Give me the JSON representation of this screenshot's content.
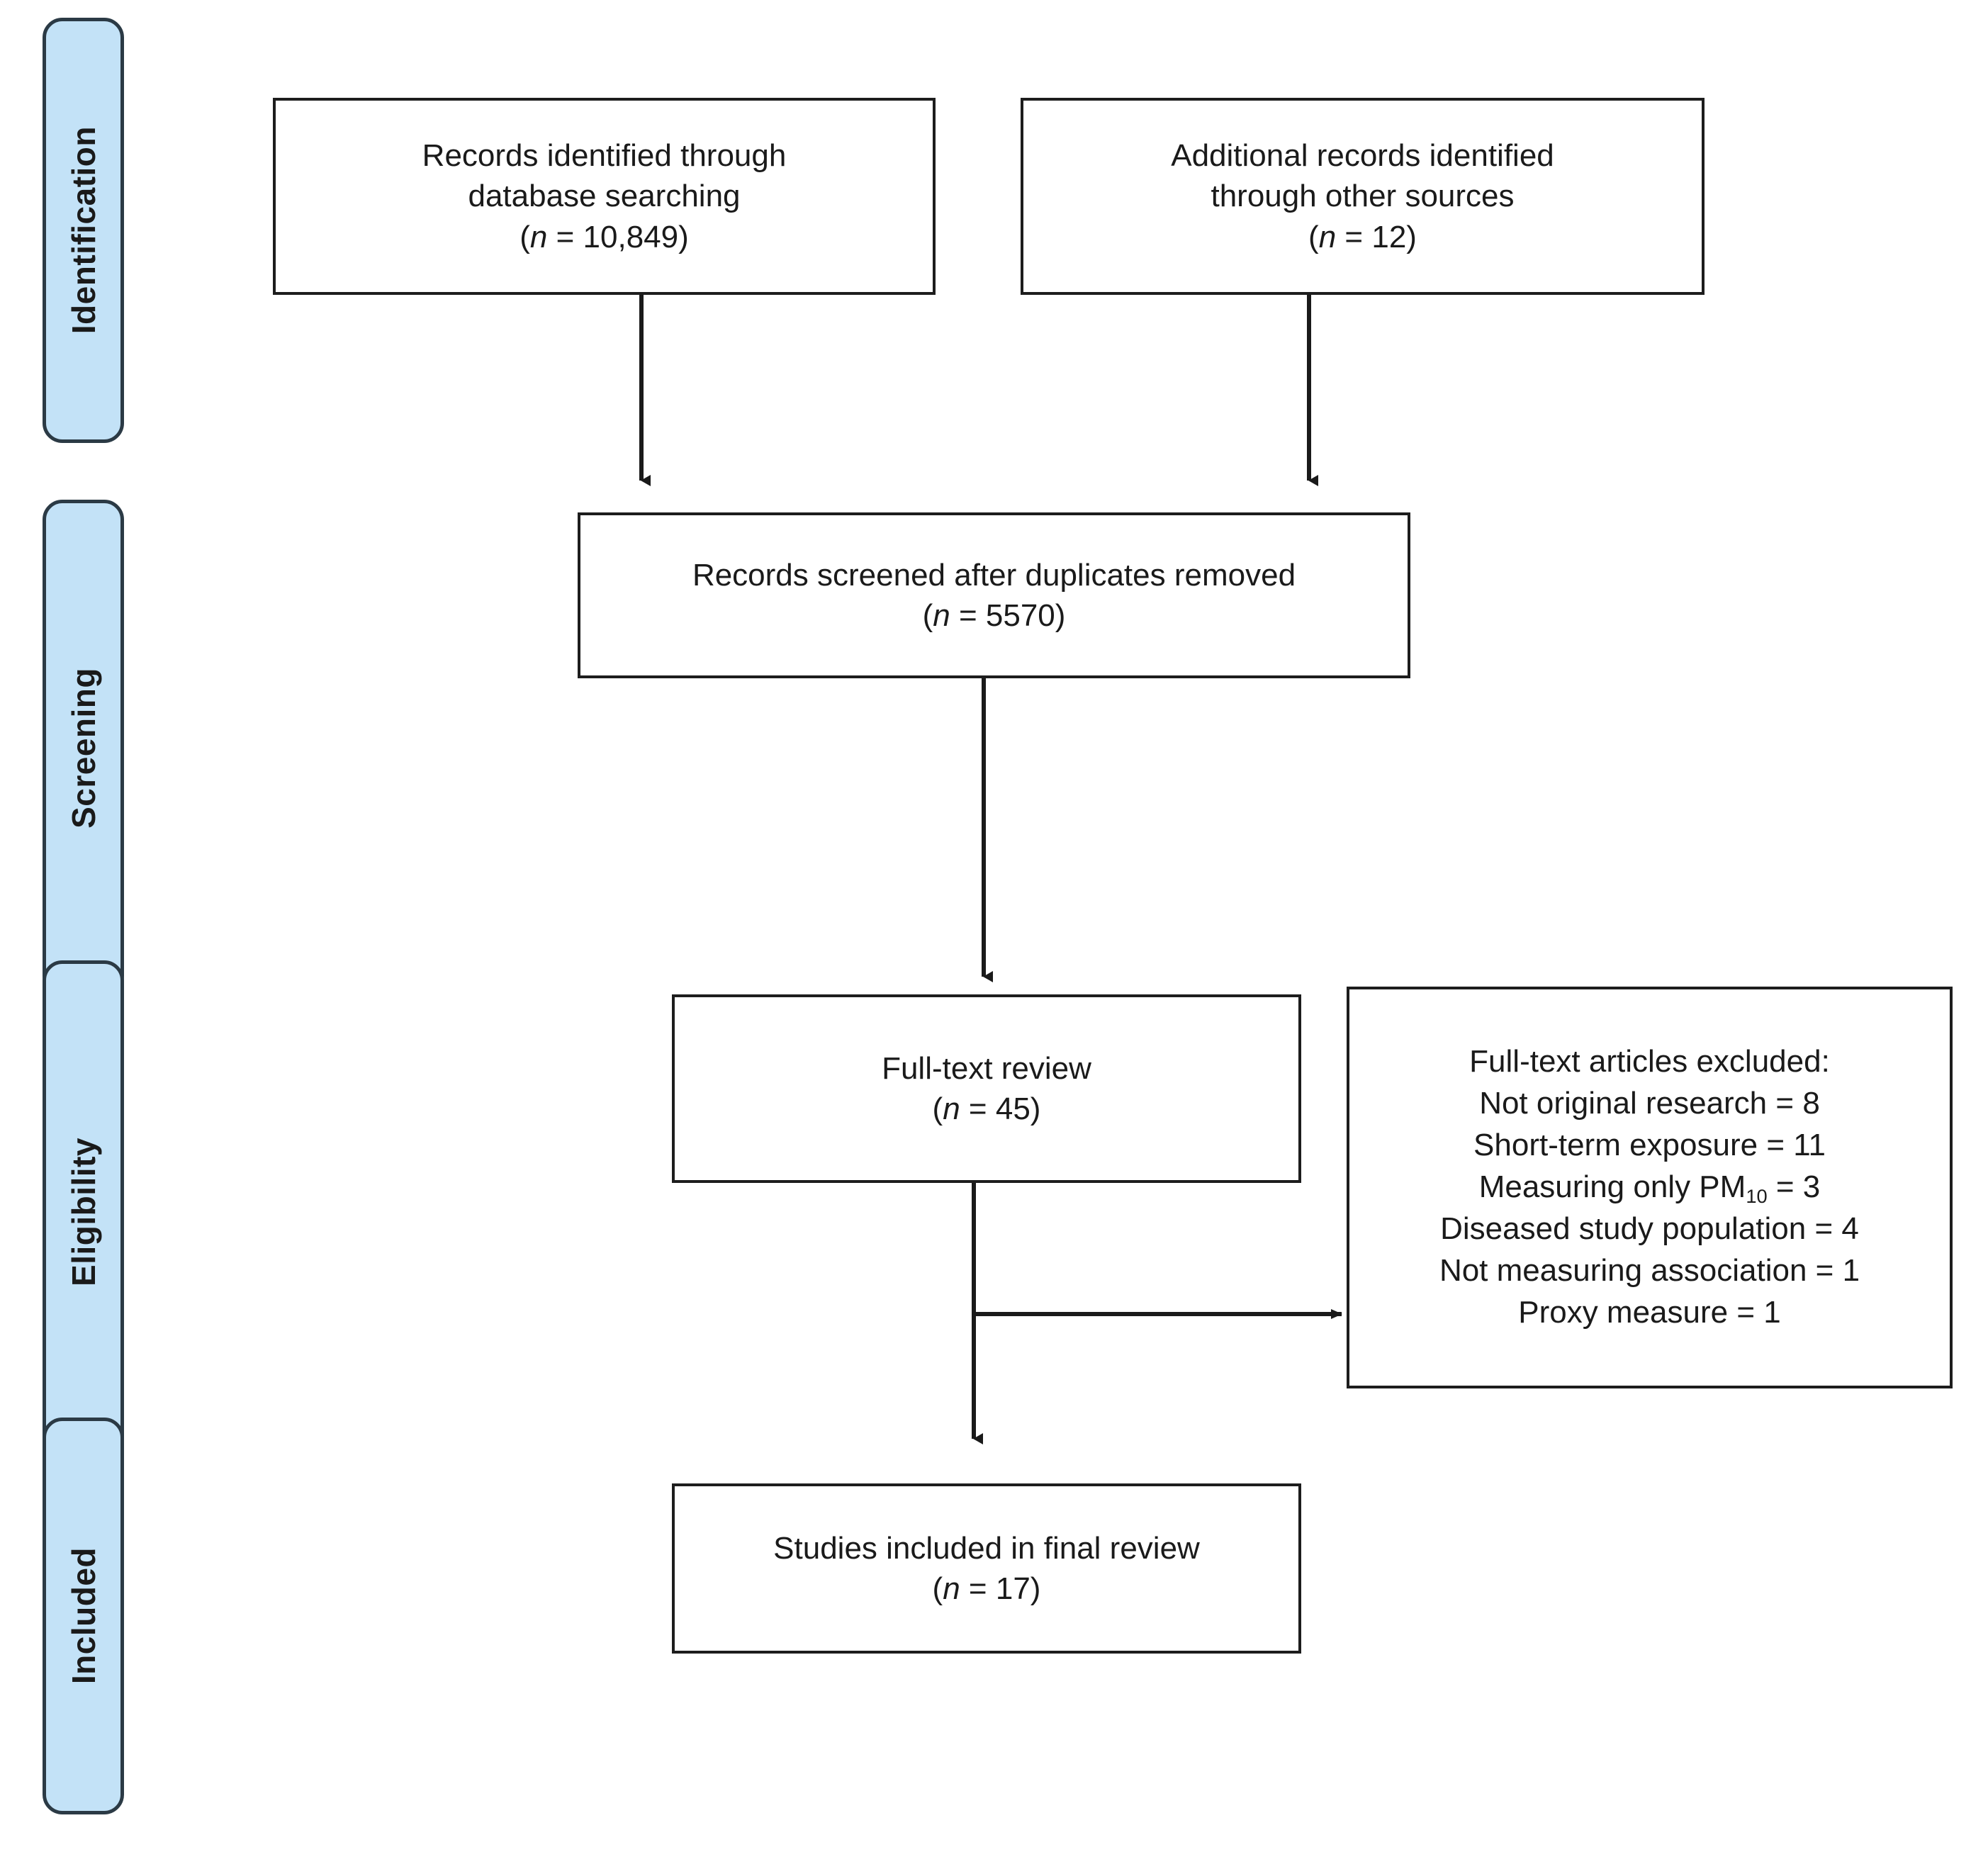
{
  "diagram": {
    "title": "PRISMA study selection flow diagram",
    "colors": {
      "stage_fill": "#c3e2f7",
      "stage_border": "#2b3a45",
      "box_border": "#1d1d1d",
      "background": "#ffffff",
      "connector": "#1a1a1a"
    }
  },
  "stages": [
    {
      "id": "identification",
      "label": "Identification"
    },
    {
      "id": "screening",
      "label": "Screening"
    },
    {
      "id": "eligibility",
      "label": "Eligibility"
    },
    {
      "id": "included",
      "label": "Included"
    }
  ],
  "boxes": {
    "database_records": {
      "line1": "Records identified through",
      "line2": "database searching",
      "n_prefix": "(",
      "n_symbol": "n",
      "n_equals": " = ",
      "n_value": "10,849",
      "n_suffix": ")"
    },
    "other_records": {
      "line1": "Additional records identified",
      "line2": "through other sources",
      "n_prefix": "(",
      "n_symbol": "n",
      "n_equals": " = ",
      "n_value": "12",
      "n_suffix": ")"
    },
    "screened": {
      "line1": "Records screened after duplicates removed",
      "n_prefix": "(",
      "n_symbol": "n",
      "n_equals": " = ",
      "n_value": "5570",
      "n_suffix": ")"
    },
    "fulltext": {
      "line1": "Full-text review",
      "n_prefix": "(",
      "n_symbol": "n",
      "n_equals": " = ",
      "n_value": "45",
      "n_suffix": ")"
    },
    "excluded": {
      "heading": "Full-text articles excluded:",
      "reasons": [
        {
          "label": "Not original research",
          "sep": " = ",
          "count": "8"
        },
        {
          "label": "Short-term exposure",
          "sep": " = ",
          "count": "11"
        },
        {
          "label_pre": "Measuring only PM",
          "subscript": "10",
          "sep": " = ",
          "count": "3"
        },
        {
          "label": "Diseased study population",
          "sep": " = ",
          "count": "4"
        },
        {
          "label": "Not measuring association",
          "sep": " = ",
          "count": "1"
        },
        {
          "label": "Proxy measure",
          "sep": " = ",
          "count": "1"
        }
      ]
    },
    "included": {
      "line1": "Studies included in final review",
      "n_prefix": "(",
      "n_symbol": "n",
      "n_equals": " = ",
      "n_value": "17",
      "n_suffix": ")"
    }
  },
  "connectors": [
    {
      "id": "database-to-screened",
      "from": "database_records",
      "to": "screened",
      "kind": "arrow-down"
    },
    {
      "id": "other-to-screened",
      "from": "other_records",
      "to": "screened",
      "kind": "arrow-down"
    },
    {
      "id": "screened-to-fulltext",
      "from": "screened",
      "to": "fulltext",
      "kind": "arrow-down"
    },
    {
      "id": "fulltext-to-excluded",
      "from": "fulltext",
      "to": "excluded",
      "kind": "arrow-right"
    },
    {
      "id": "fulltext-to-included",
      "from": "fulltext",
      "to": "included",
      "kind": "arrow-down"
    }
  ]
}
